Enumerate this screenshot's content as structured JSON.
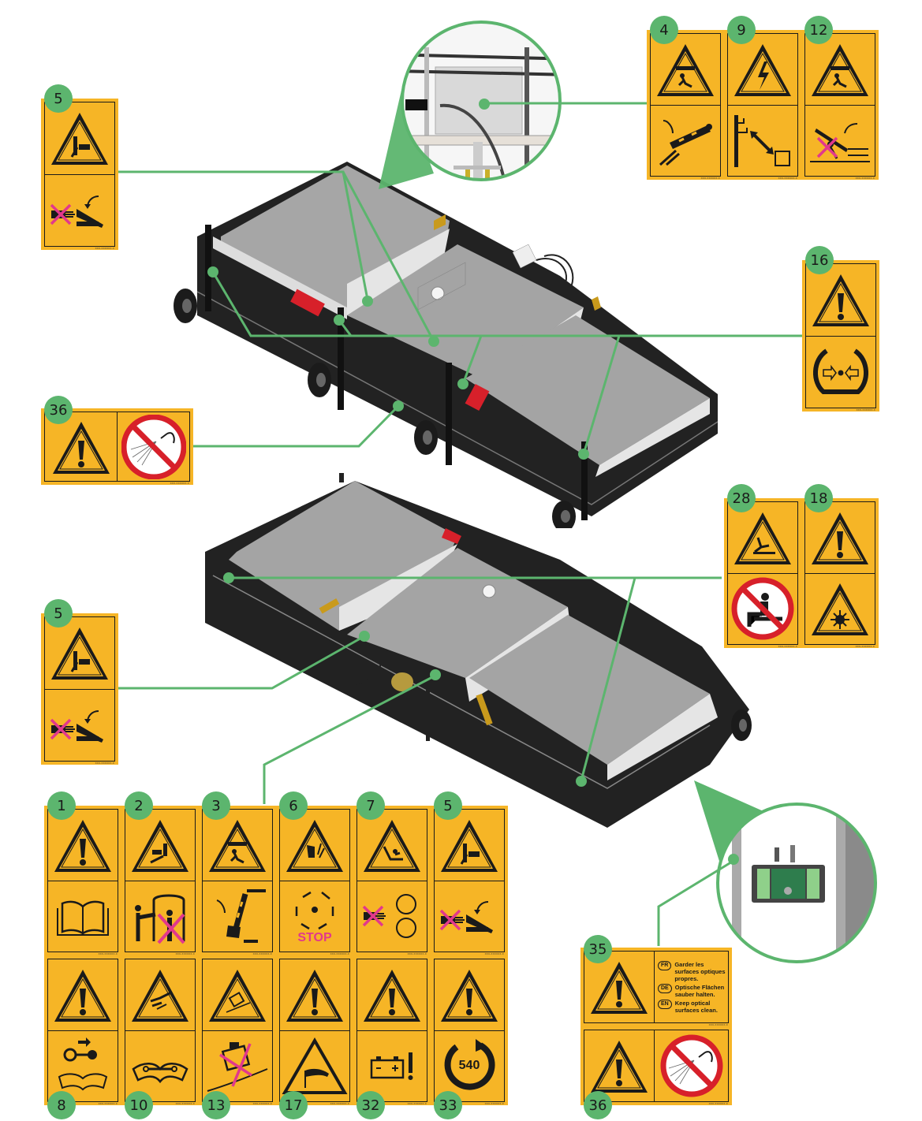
{
  "diagram": {
    "title": "",
    "colors": {
      "decal_yellow": "#f6b526",
      "callout_green": "#5cb56e",
      "outline_black": "#1a1a1a",
      "cross_magenta": "#e2388c",
      "prohibition_red": "#d7202a",
      "machine_black": "#222222",
      "panel_grey": "#a4a4a4",
      "panel_light": "#e3e3e3"
    },
    "machines": [
      {
        "name": "machine-view-top",
        "description": "Isometric view of three-section mower/sweeper, wheels side"
      },
      {
        "name": "machine-view-bottom",
        "description": "Isometric view from opposite side with hydraulic hoses"
      }
    ],
    "detail_callouts": [
      {
        "name": "detail-junction-box",
        "description": "Magnified view of electrical junction box with hoses"
      },
      {
        "name": "detail-control-unit",
        "description": "Magnified view of control module with optical sensors"
      }
    ],
    "decals": [
      {
        "id": "d5a",
        "number": "5",
        "top_icon": "crush-hand-icon",
        "bottom_icon": "no-hand-near-moving-part-icon"
      },
      {
        "id": "d4",
        "number": "4",
        "top_icon": "falling-load-icon",
        "bottom_icon": "lowering-cylinder-icon"
      },
      {
        "id": "d9",
        "number": "9",
        "top_icon": "electric-shock-icon",
        "bottom_icon": "overhead-line-distance-icon"
      },
      {
        "id": "d12",
        "number": "12",
        "top_icon": "falling-load-icon",
        "bottom_icon": "no-person-under-lifted-part-icon"
      },
      {
        "id": "d16",
        "number": "16",
        "top_icon": "warning-exclamation-icon",
        "bottom_icon": "tyre-pressure-icon"
      },
      {
        "id": "d36a",
        "number": "36",
        "left_icon": "warning-exclamation-icon",
        "right_icon": "no-pressure-washer-icon"
      },
      {
        "id": "d28",
        "number": "28",
        "top_icon": "fall-hazard-icon",
        "bottom_icon": "no-sitting-icon"
      },
      {
        "id": "d18",
        "number": "18",
        "top_icon": "warning-exclamation-icon",
        "bottom_icon": "optical-radiation-icon"
      },
      {
        "id": "d5b",
        "number": "5",
        "top_icon": "crush-hand-icon",
        "bottom_icon": "no-hand-near-moving-part-icon"
      },
      {
        "id": "d1",
        "number": "1",
        "top_icon": "warning-exclamation-icon",
        "bottom_icon": "read-manual-icon"
      },
      {
        "id": "d2",
        "number": "2",
        "top_icon": "crush-body-icon",
        "bottom_icon": "no-person-between-tractor-icon"
      },
      {
        "id": "d3",
        "number": "3",
        "top_icon": "falling-load-icon",
        "bottom_icon": "support-lock-icon"
      },
      {
        "id": "d6",
        "number": "6",
        "top_icon": "cutting-hand-icon",
        "bottom_icon": "wait-rotation-stop-icon",
        "bottom_text": "STOP"
      },
      {
        "id": "d7",
        "number": "7",
        "top_icon": "entanglement-icon",
        "bottom_icon": "no-hand-near-rotor-icon"
      },
      {
        "id": "d5c",
        "number": "5",
        "top_icon": "crush-hand-icon",
        "bottom_icon": "no-hand-near-moving-part-icon"
      },
      {
        "id": "d8",
        "number": "8",
        "top_icon": "warning-exclamation-icon",
        "bottom_icon": "remove-key-read-manual-icon"
      },
      {
        "id": "d10",
        "number": "10",
        "top_icon": "fluid-injection-icon",
        "bottom_icon": "maintenance-manual-icon"
      },
      {
        "id": "d13",
        "number": "13",
        "top_icon": "rollover-icon",
        "bottom_icon": "no-slope-operation-icon"
      },
      {
        "id": "d17",
        "number": "17",
        "top_icon": "warning-exclamation-icon",
        "bottom_icon": "wind-warning-icon"
      },
      {
        "id": "d32",
        "number": "32",
        "top_icon": "warning-exclamation-icon",
        "bottom_icon": "battery-warning-icon"
      },
      {
        "id": "d33",
        "number": "33",
        "top_icon": "warning-exclamation-icon",
        "bottom_icon": "pto-540-icon",
        "bottom_text": "540"
      },
      {
        "id": "d35",
        "number": "35",
        "left_icon": "warning-exclamation-icon",
        "languages": [
          {
            "code": "FR",
            "text": "Garder les surfaces optiques propres."
          },
          {
            "code": "DE",
            "text": "Optische Flächen sauber halten."
          },
          {
            "code": "EN",
            "text": "Keep optical surfaces clean."
          }
        ]
      },
      {
        "id": "d36b",
        "number": "36",
        "left_icon": "warning-exclamation-icon",
        "right_icon": "no-pressure-washer-icon"
      }
    ],
    "decal_code": "XXX-XXXXXX-X"
  }
}
